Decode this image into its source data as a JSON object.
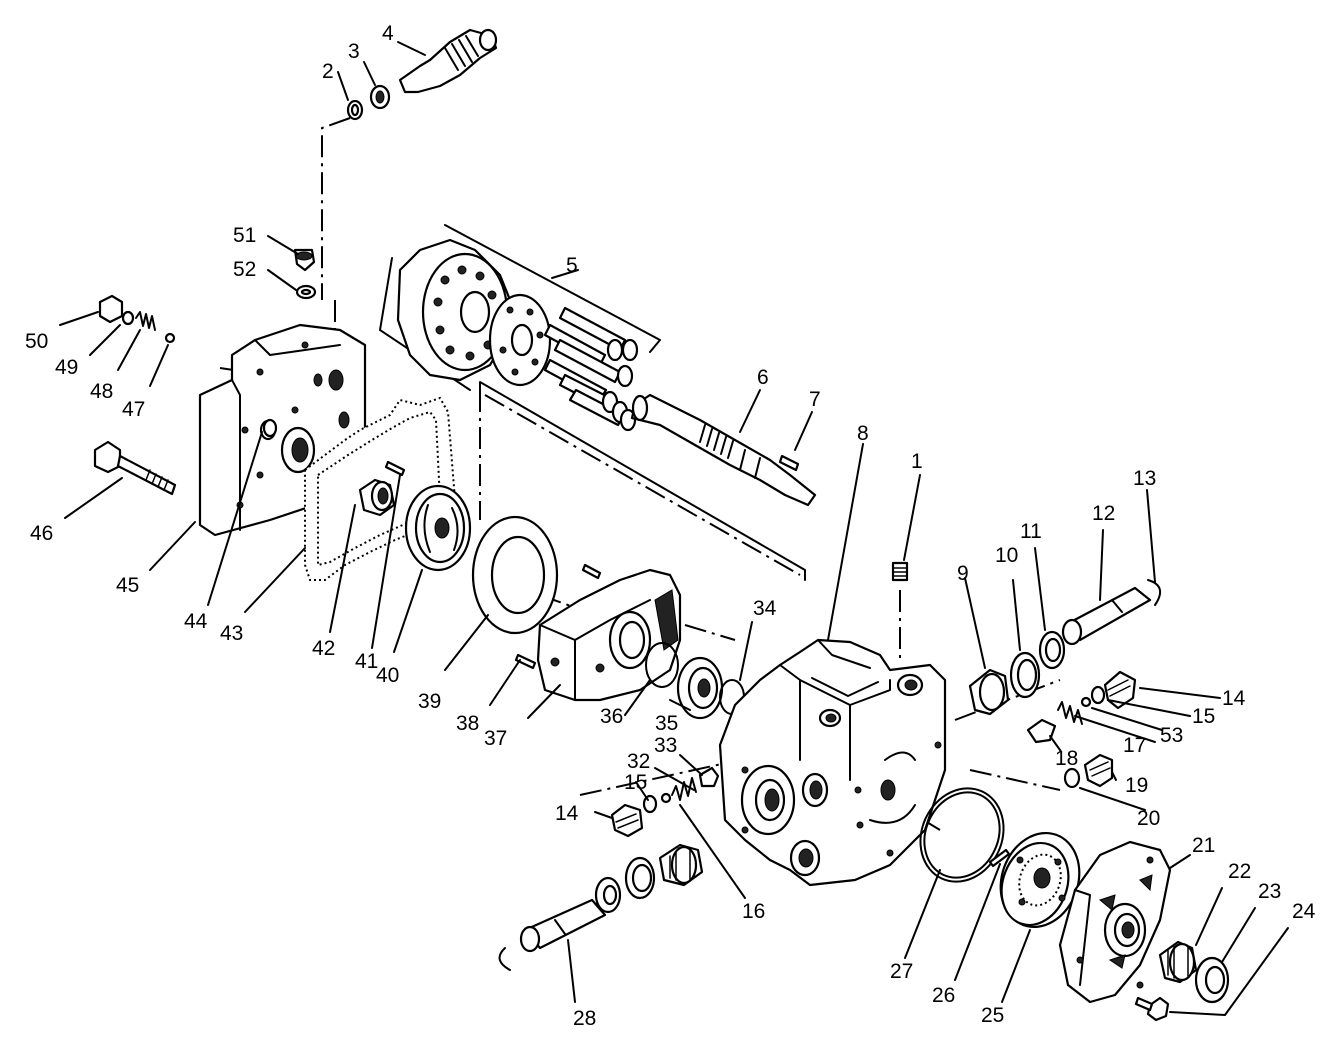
{
  "diagram": {
    "labels": [
      {
        "id": "1",
        "text": "1"
      },
      {
        "id": "2",
        "text": "2"
      },
      {
        "id": "3",
        "text": "3"
      },
      {
        "id": "4",
        "text": "4"
      },
      {
        "id": "5",
        "text": "5"
      },
      {
        "id": "6",
        "text": "6"
      },
      {
        "id": "7",
        "text": "7"
      },
      {
        "id": "8",
        "text": "8"
      },
      {
        "id": "9",
        "text": "9"
      },
      {
        "id": "10",
        "text": "10"
      },
      {
        "id": "11",
        "text": "11"
      },
      {
        "id": "12",
        "text": "12"
      },
      {
        "id": "13",
        "text": "13"
      },
      {
        "id": "14a",
        "text": "14"
      },
      {
        "id": "14b",
        "text": "14"
      },
      {
        "id": "15a",
        "text": "15"
      },
      {
        "id": "15b",
        "text": "15"
      },
      {
        "id": "16",
        "text": "16"
      },
      {
        "id": "17",
        "text": "17"
      },
      {
        "id": "18",
        "text": "18"
      },
      {
        "id": "19",
        "text": "19"
      },
      {
        "id": "20",
        "text": "20"
      },
      {
        "id": "21",
        "text": "21"
      },
      {
        "id": "22",
        "text": "22"
      },
      {
        "id": "23",
        "text": "23"
      },
      {
        "id": "24",
        "text": "24"
      },
      {
        "id": "25",
        "text": "25"
      },
      {
        "id": "26",
        "text": "26"
      },
      {
        "id": "27",
        "text": "27"
      },
      {
        "id": "28",
        "text": "28"
      },
      {
        "id": "32",
        "text": "32"
      },
      {
        "id": "33",
        "text": "33"
      },
      {
        "id": "34",
        "text": "34"
      },
      {
        "id": "35",
        "text": "35"
      },
      {
        "id": "36",
        "text": "36"
      },
      {
        "id": "37",
        "text": "37"
      },
      {
        "id": "38",
        "text": "38"
      },
      {
        "id": "39",
        "text": "39"
      },
      {
        "id": "40",
        "text": "40"
      },
      {
        "id": "41",
        "text": "41"
      },
      {
        "id": "42",
        "text": "42"
      },
      {
        "id": "43",
        "text": "43"
      },
      {
        "id": "44",
        "text": "44"
      },
      {
        "id": "45",
        "text": "45"
      },
      {
        "id": "46",
        "text": "46"
      },
      {
        "id": "47",
        "text": "47"
      },
      {
        "id": "48",
        "text": "48"
      },
      {
        "id": "49",
        "text": "49"
      },
      {
        "id": "50",
        "text": "50"
      },
      {
        "id": "51",
        "text": "51"
      },
      {
        "id": "52",
        "text": "52"
      },
      {
        "id": "53",
        "text": "53"
      }
    ]
  }
}
